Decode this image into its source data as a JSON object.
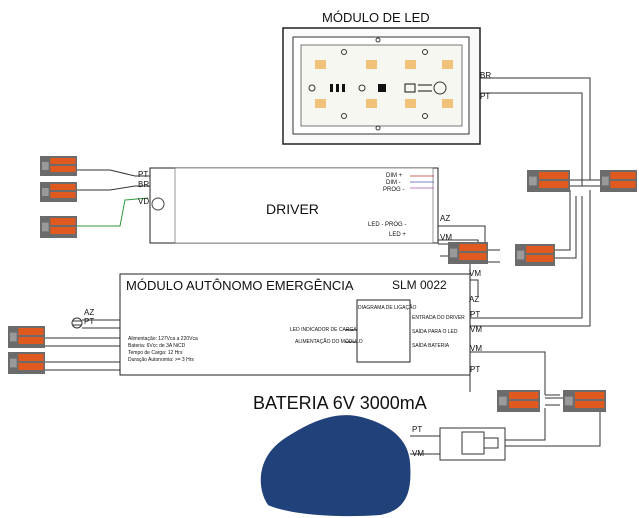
{
  "led_module": {
    "title": "MÓDULO DE LED"
  },
  "driver": {
    "title": "DRIVER",
    "pin_dim_plus": "DIM +",
    "pin_dim_minus": "DIM -",
    "pin_prog": "PROG -",
    "pin_led_prog": "LED - PROG -",
    "pin_led_plus": "LED +",
    "pin_vd": "VD"
  },
  "emergency": {
    "title": "MÓDULO AUTÔNOMO EMERGÊNCIA",
    "model": "SLM 0022",
    "diagram_title": "DIAGRAMA DE LIGAÇÃO",
    "specs": [
      "Alimentação: 127Vca a 220Vca",
      "Bateria: 6Vcc de 3A NiCD",
      "Tempo de Carga: 12 Hrs",
      "Duração Autonomia: >= 3 Hrs"
    ],
    "left_label_1": "LED INDICADOR DE CARGA",
    "left_label_2": "ALIMENTAÇÃO DO MÓDULO",
    "right_label_1": "ENTRADA DO DRIVER",
    "right_label_2": "SAÍDA PARA O LED",
    "right_label_3": "SAÍDA BATERIA"
  },
  "battery": {
    "title": "BATERIA 6V 3000mA"
  },
  "wires": {
    "br": "BR",
    "pt": "PT",
    "az": "AZ",
    "vm": "VM",
    "vd": "VD"
  },
  "colors": {
    "connector_orange": "#e05a1f",
    "connector_gray": "#6b6b6b",
    "battery_blue": "#21417a",
    "wire": "#333333",
    "green_wire": "#2e9a3a"
  }
}
